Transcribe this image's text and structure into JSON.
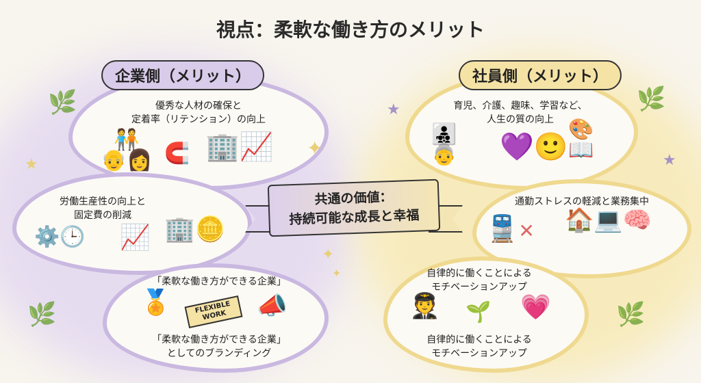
{
  "title": "視点：柔軟な働き方のメリット",
  "company": {
    "heading": "企業側（メリット）",
    "items": [
      {
        "text": "優秀な人材の確保と\n定着率（リテンション）の向上",
        "lines": [
          "優秀な人材の確保と",
          "定着率（リテンション）の向上"
        ]
      },
      {
        "lines": [
          "労働生産性の向上と",
          "固定費の削減"
        ]
      },
      {
        "lines": [
          "「柔軟な働き方ができる企業」"
        ],
        "lines2": [
          "「柔軟な働き方ができる企業」",
          "としてのブランディング"
        ],
        "badge": [
          "FLEXIBLE",
          "WORK"
        ]
      }
    ]
  },
  "employee": {
    "heading": "社員側（メリット）",
    "items": [
      {
        "lines": [
          "育児、介護、趣味、学習など、",
          "人生の質の向上"
        ]
      },
      {
        "lines": [
          "通勤ストレスの軽減と業務集中"
        ]
      },
      {
        "lines": [
          "自律的に働くことによる",
          "モチベーションアップ"
        ],
        "lines2": [
          "自律的に働くことによる",
          "モチベーションアップ"
        ]
      }
    ]
  },
  "center": {
    "lines": [
      "共通の価値：",
      "持続可能な成長と幸福"
    ]
  },
  "colors": {
    "purple": "#c9b8e0",
    "yellow": "#efd98f"
  }
}
